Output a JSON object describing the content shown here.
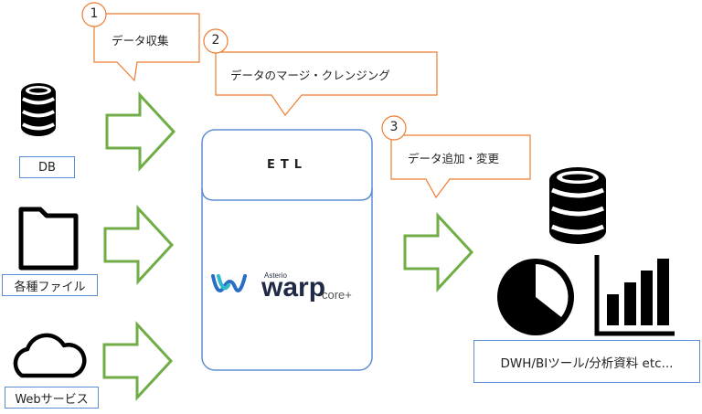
{
  "sources": [
    {
      "label": "DB",
      "icon": "database-icon"
    },
    {
      "label": "各種ファイル",
      "icon": "folder-icon"
    },
    {
      "label": "Webサービス",
      "icon": "cloud-icon"
    }
  ],
  "steps": [
    {
      "number": "1",
      "text": "データ収集"
    },
    {
      "number": "2",
      "text": "データのマージ・クレンジング"
    },
    {
      "number": "3",
      "text": "データ追加・変更"
    }
  ],
  "etl": {
    "title": "ETL",
    "product": {
      "brand": "Asterio",
      "name": "warp",
      "edition": "core+"
    }
  },
  "destination": {
    "label": "DWH/BIツール/分析資料 etc...",
    "icons": [
      "database-icon",
      "pie-chart-icon",
      "bar-chart-icon"
    ]
  },
  "colors": {
    "arrow": "#70ad47",
    "callout": "#ed7d31",
    "box_border": "#5b8fd1"
  }
}
